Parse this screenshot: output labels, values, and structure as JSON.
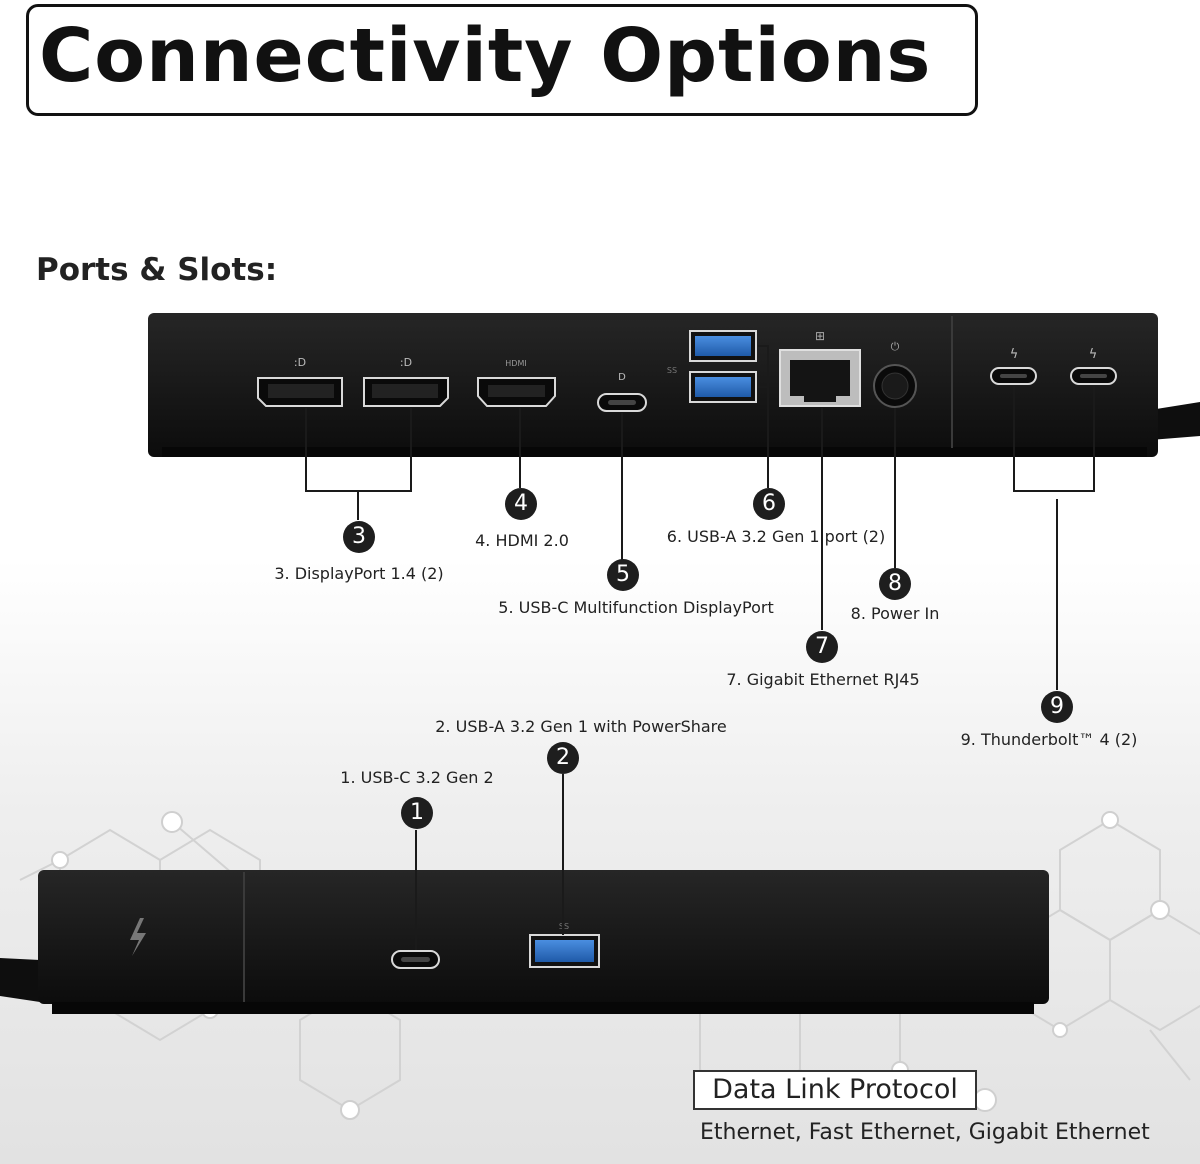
{
  "title": "Connectivity Options",
  "subtitle": "Ports & Slots:",
  "callouts": [
    {
      "number": "1",
      "label": "1. USB-C 3.2 Gen 2"
    },
    {
      "number": "2",
      "label": "2. USB-A 3.2 Gen 1 with PowerShare"
    },
    {
      "number": "3",
      "label": "3. DisplayPort 1.4 (2)"
    },
    {
      "number": "4",
      "label": "4. HDMI 2.0"
    },
    {
      "number": "5",
      "label": "5. USB-C Multifunction DisplayPort"
    },
    {
      "number": "6",
      "label": "6. USB-A 3.2 Gen 1 port (2)"
    },
    {
      "number": "7",
      "label": "7. Gigabit Ethernet RJ45"
    },
    {
      "number": "8",
      "label": "8. Power In"
    },
    {
      "number": "9",
      "label": "9. Thunderbolt™ 4 (2)"
    }
  ],
  "port_markings": {
    "hdmi": "HDMI",
    "usb_ss": "SS",
    "usb_front": "SS"
  },
  "protocol": {
    "heading": "Data Link Protocol",
    "text": "Ethernet, Fast Ethernet, Gigabit Ethernet"
  },
  "colors": {
    "device_body": "#151515",
    "usb_a_insert": "#2f6fc4",
    "callout_badge": "#1e1e1e"
  }
}
